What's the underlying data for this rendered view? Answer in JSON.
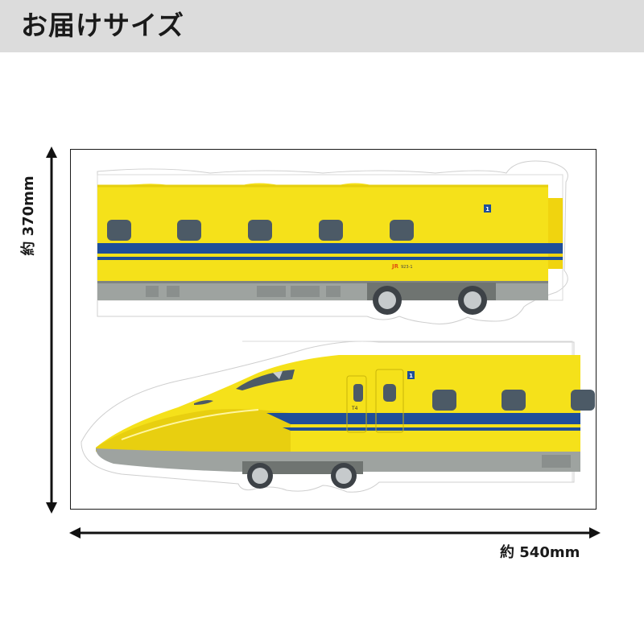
{
  "header": {
    "title": "お届けサイズ"
  },
  "dimensions": {
    "height_label": "約 370mm",
    "width_label": "約 540mm"
  },
  "illustration": {
    "car_badge_top": "1",
    "car_badge_bottom": "1",
    "car_code_top": "923-1",
    "car_code_bottom": "T4",
    "logo_text": "JR"
  },
  "colors": {
    "header_bg": "#dcdcdc",
    "train_yellow": "#f5e11a",
    "stripe_blue": "#1f4e99",
    "body_grey": "#9ea3a0",
    "window_grey": "#4c5a66"
  }
}
